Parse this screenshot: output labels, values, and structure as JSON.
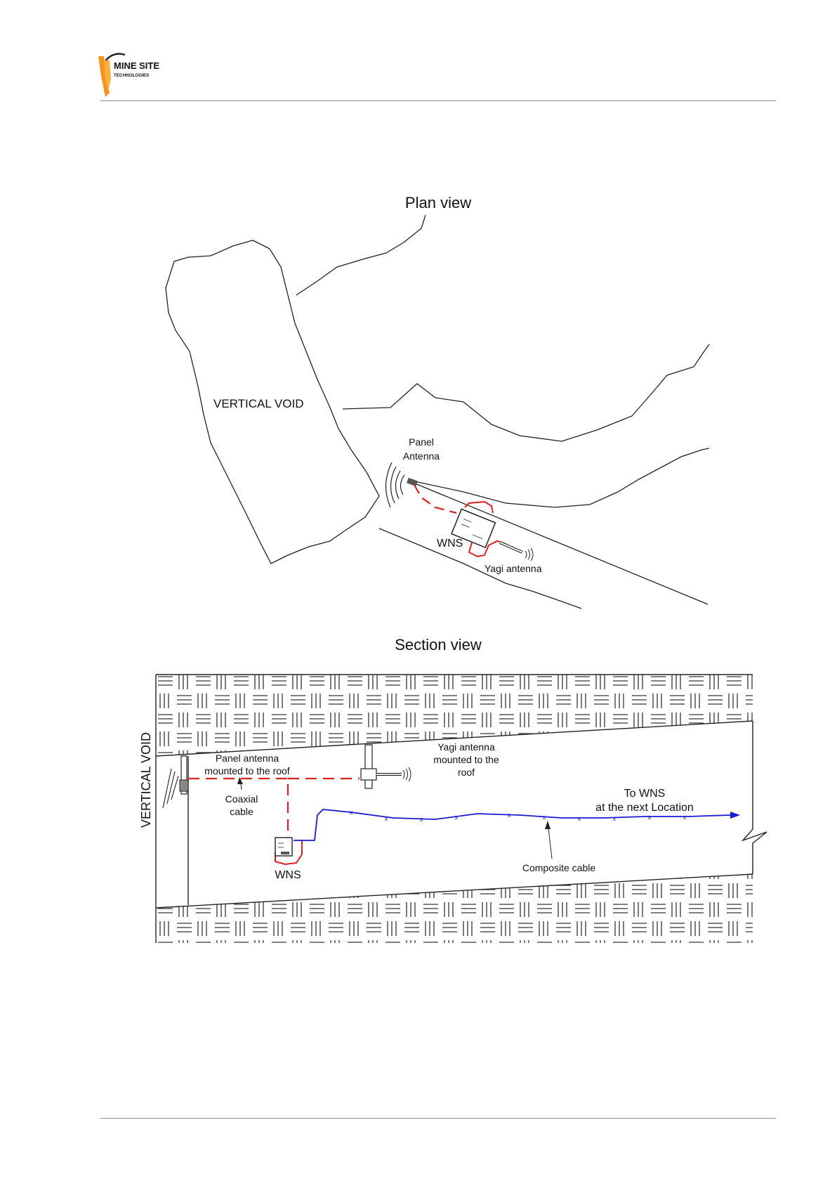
{
  "brand": {
    "line1": "MINE SITE",
    "line2": "TECHNOLOGIES",
    "accent_color": "#f7941d"
  },
  "plan_view": {
    "title": "Plan view",
    "void_label": "VERTICAL VOID",
    "panel_antenna_label_1": "Panel",
    "panel_antenna_label_2": "Antenna",
    "wns_label": "WNS",
    "yagi_label": "Yagi antenna"
  },
  "section_view": {
    "title": "Section view",
    "void_label": "VERTICAL VOID",
    "panel_label_1": "Panel antenna",
    "panel_label_2": "mounted to the roof",
    "yagi_label_1": "Yagi antenna",
    "yagi_label_2": "mounted to the",
    "yagi_label_3": "roof",
    "coax_label_1": "Coaxial",
    "coax_label_2": "cable",
    "wns_label": "WNS",
    "composite_label": "Composite cable",
    "to_wns_1": "To WNS",
    "to_wns_2": "at the next Location"
  },
  "colors": {
    "coaxial_cable": "#e02020",
    "composite_cable": "#1a1ad0",
    "linework": "#222222"
  }
}
